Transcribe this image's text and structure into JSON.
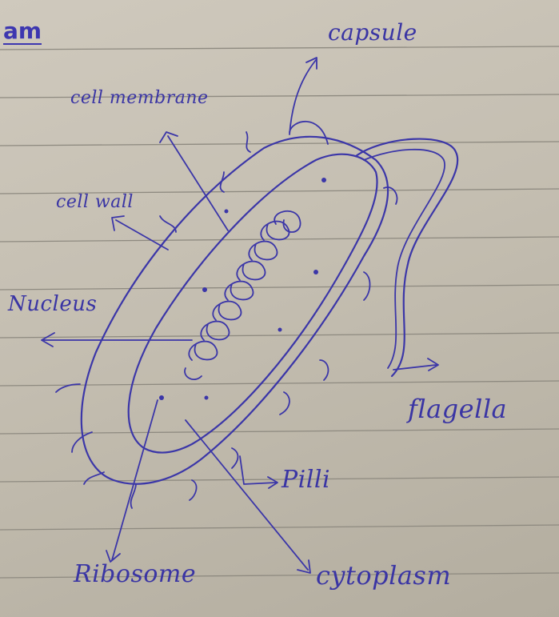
{
  "heading": "am",
  "labels": {
    "capsule": "capsule",
    "cell_membrane": "cell membrane",
    "cell_wall": "cell wall",
    "nucleus": "Nucleus",
    "flagella": "flagella",
    "pilli": "Pilli",
    "ribosome": "Ribosome",
    "cytoplasm": "cytoplasm"
  },
  "colors": {
    "ink": "#3b36a8",
    "paper": "#c9c3b7",
    "rule_lines": "#8e8a80"
  }
}
